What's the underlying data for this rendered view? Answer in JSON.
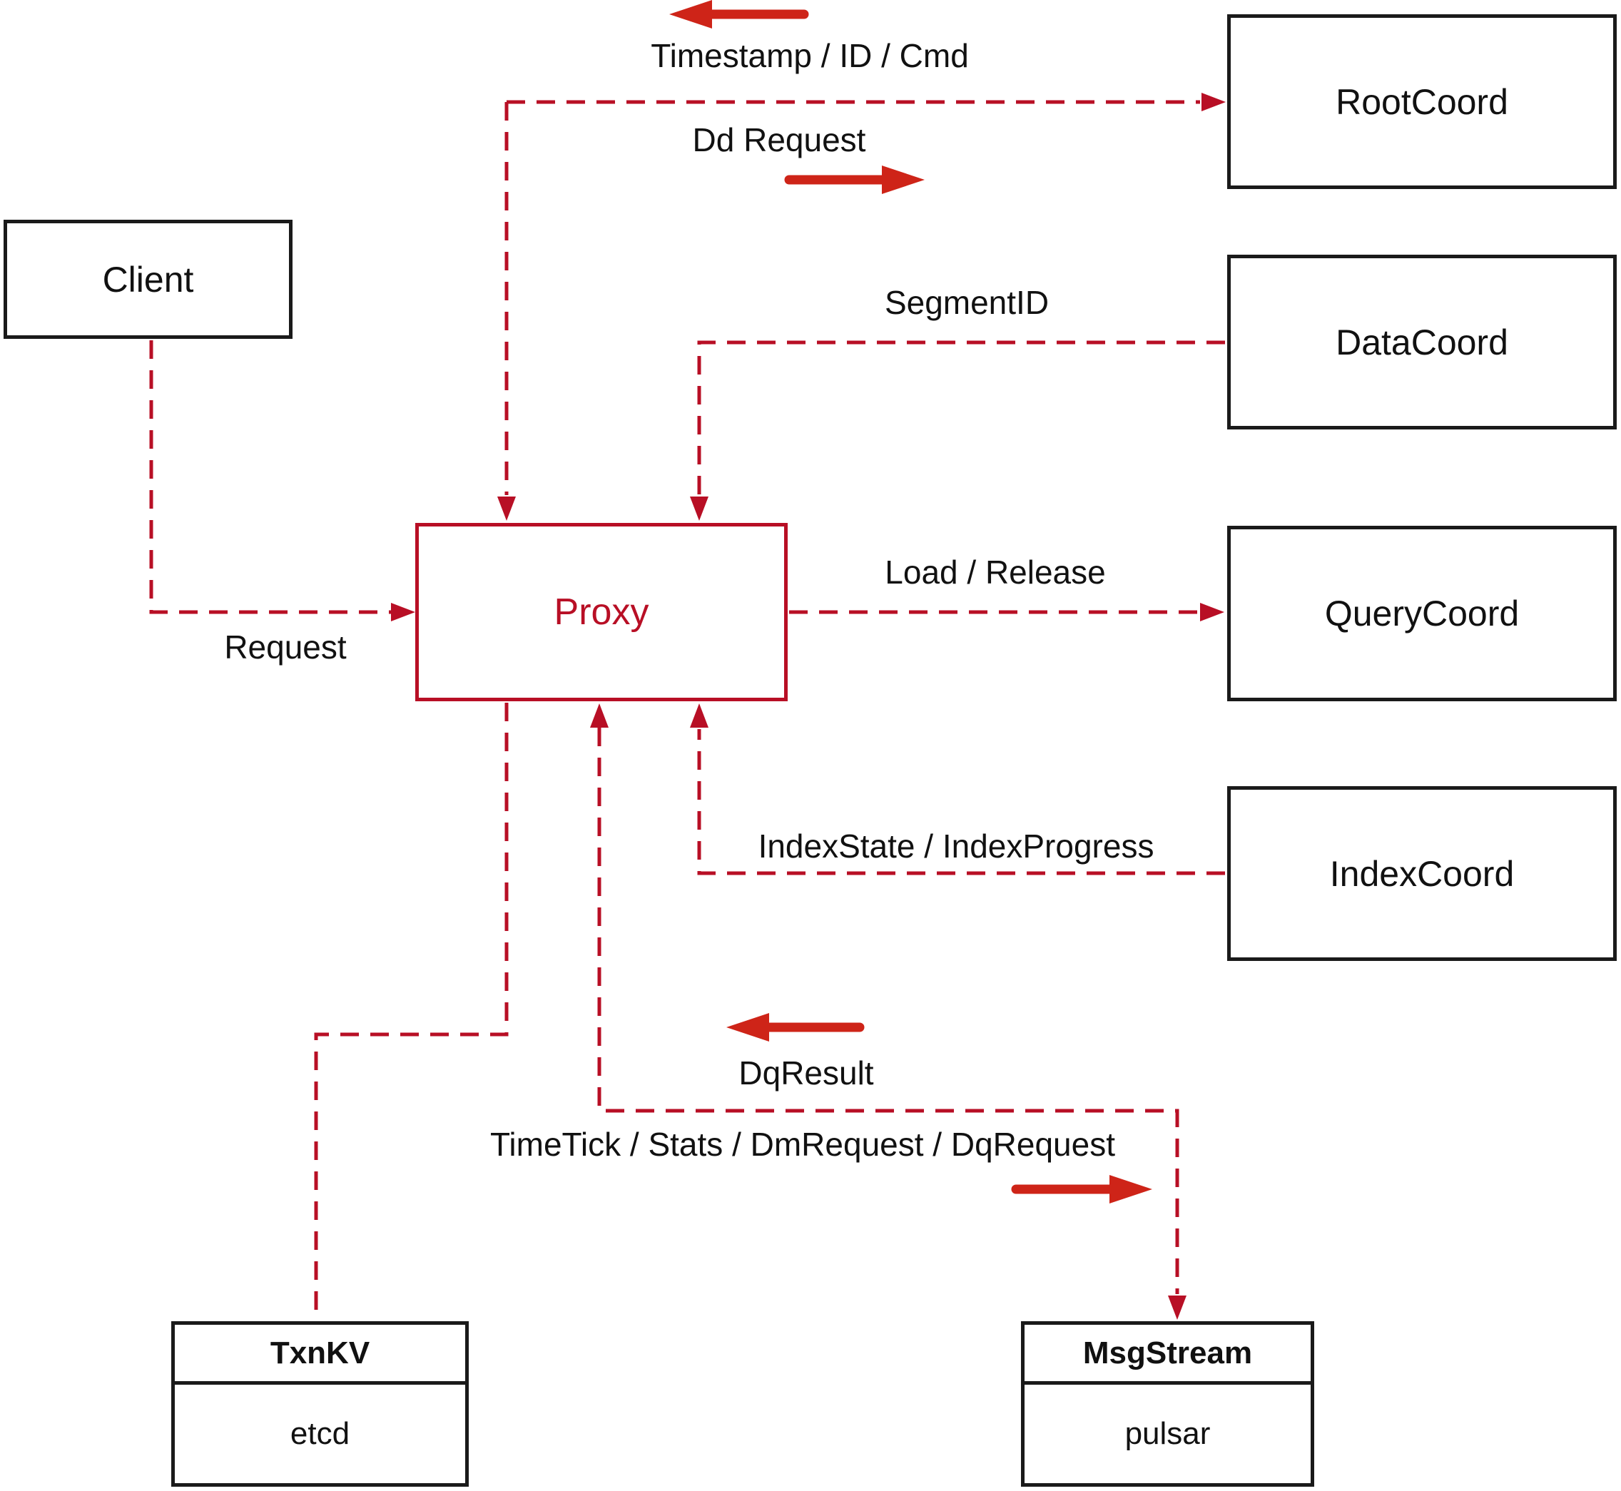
{
  "diagram": {
    "nodes": {
      "client": {
        "label": "Client"
      },
      "proxy": {
        "label": "Proxy"
      },
      "root_coord": {
        "label": "RootCoord"
      },
      "data_coord": {
        "label": "DataCoord"
      },
      "query_coord": {
        "label": "QueryCoord"
      },
      "index_coord": {
        "label": "IndexCoord"
      },
      "txn_kv": {
        "title": "TxnKV",
        "subtitle": "etcd"
      },
      "msg_stream": {
        "title": "MsgStream",
        "subtitle": "pulsar"
      }
    },
    "edges": [
      {
        "id": "client-proxy",
        "from": "Client",
        "to": "Proxy",
        "label": "Request"
      },
      {
        "id": "proxy-rootcoord",
        "from": "Proxy",
        "to": "RootCoord",
        "bidirectional": true,
        "label_forward": "Dd Request",
        "label_back": "Timestamp / ID / Cmd"
      },
      {
        "id": "datacoord-proxy",
        "from": "DataCoord",
        "to": "Proxy",
        "label": "SegmentID"
      },
      {
        "id": "proxy-querycoord",
        "from": "Proxy",
        "to": "QueryCoord",
        "label": "Load / Release"
      },
      {
        "id": "indexcoord-proxy",
        "from": "IndexCoord",
        "to": "Proxy",
        "label": "IndexState / IndexProgress"
      },
      {
        "id": "proxy-msgstream",
        "from": "Proxy",
        "to": "MsgStream",
        "bidirectional": true,
        "label_forward": "TimeTick / Stats / DmRequest / DqRequest",
        "label_back": "DqResult"
      },
      {
        "id": "proxy-txnkv",
        "from": "Proxy",
        "to": "TxnKV"
      }
    ],
    "colors": {
      "dashed_line": "#b80f25",
      "solid_arrow": "#ce2418",
      "box_border": "#1a1a1a",
      "text": "#111111",
      "background": "#ffffff"
    }
  }
}
